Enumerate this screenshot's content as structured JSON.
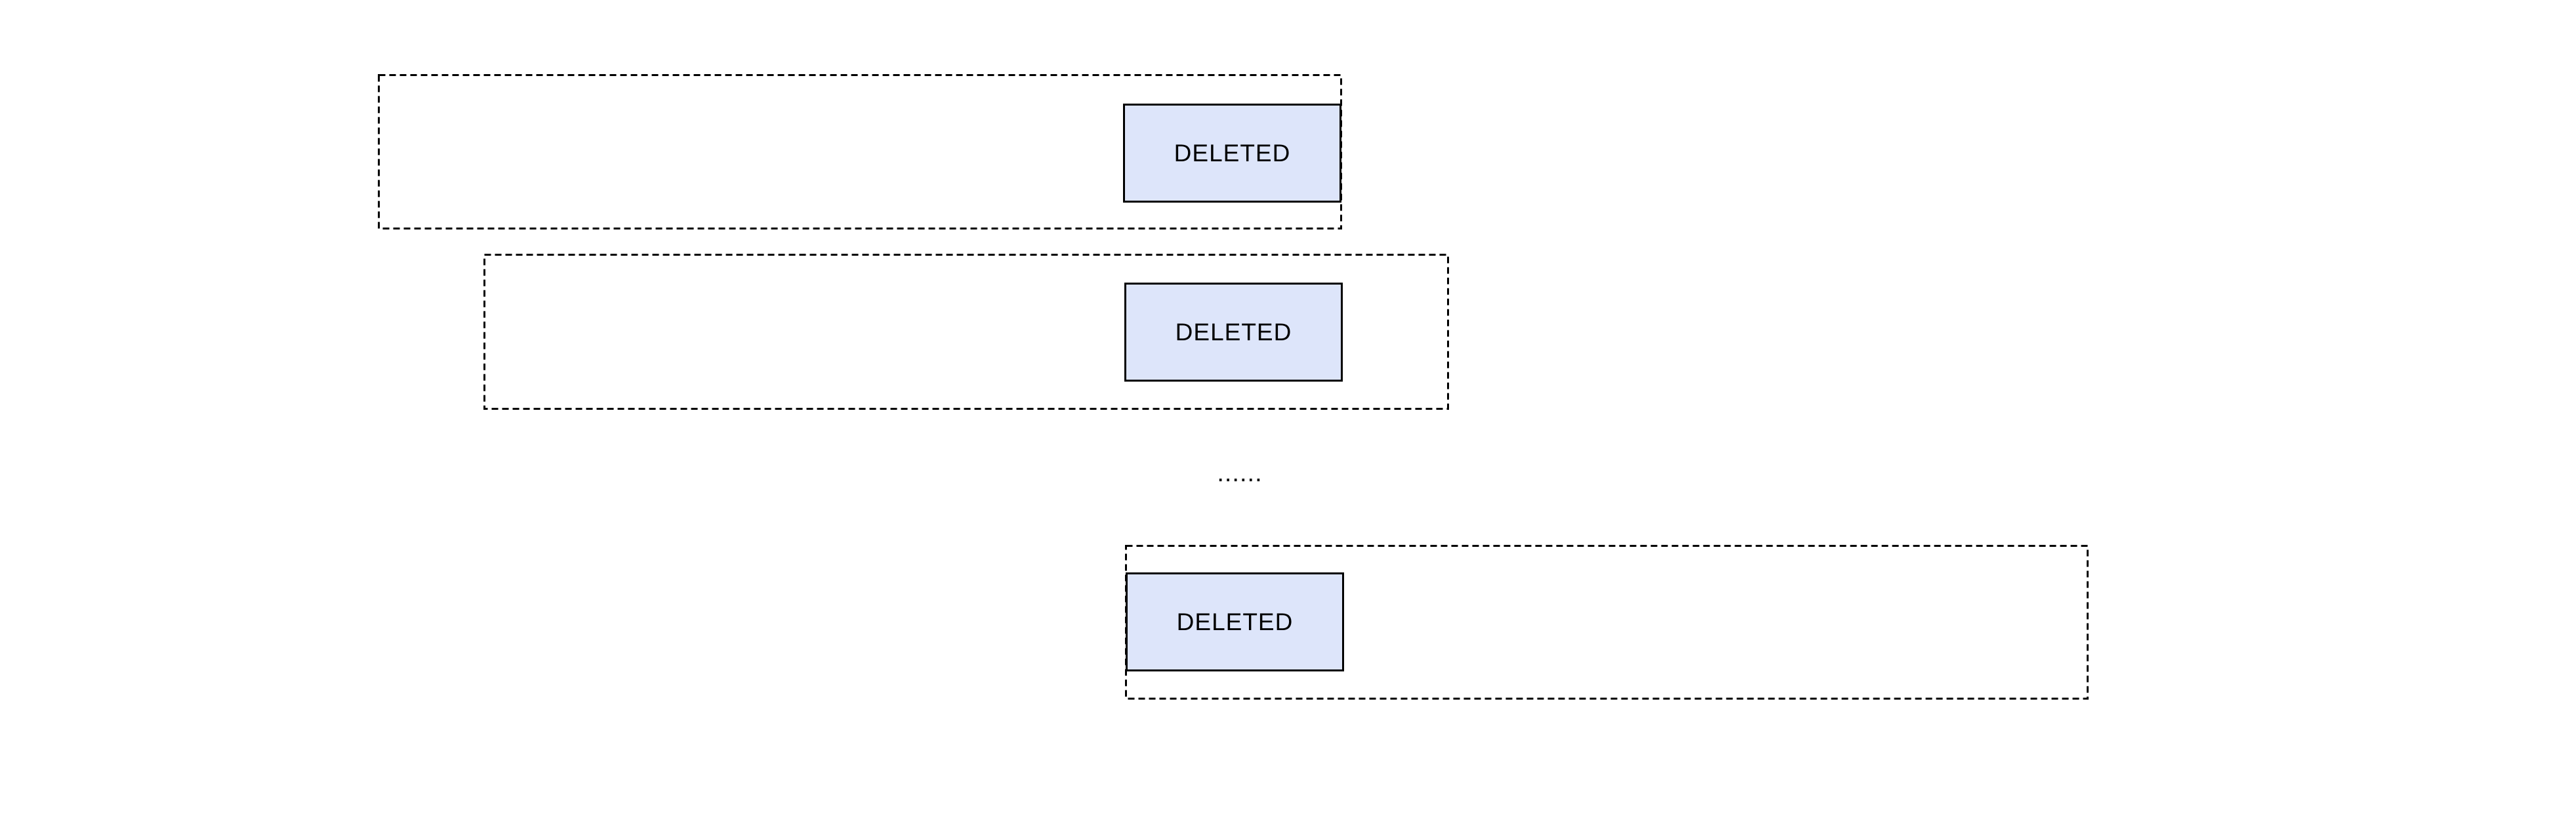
{
  "figure": {
    "background_color": "#ffffff",
    "dashed_window_color": "#000000",
    "box_fill_color": "#dde5fa",
    "box_border_color": "#000000",
    "text_color": "#000000",
    "windows": [
      {
        "label": "DELETED"
      },
      {
        "label": "DELETED"
      },
      {
        "label": "DELETED"
      }
    ],
    "ellipsis": "......"
  }
}
